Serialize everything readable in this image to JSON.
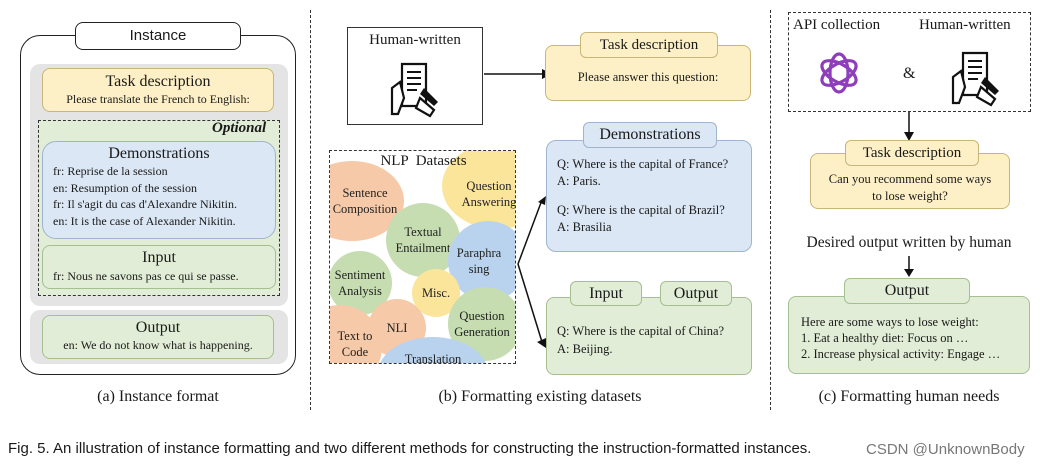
{
  "panel_a": {
    "header": "Instance",
    "task": {
      "title": "Task description",
      "text": "Please translate the French to English:"
    },
    "optional_label": "Optional",
    "demos": {
      "title": "Demonstrations",
      "lines": [
        "fr: Reprise de la session",
        "en: Resumption of the session",
        "fr: Il s'agit du cas d'Alexandre Nikitin.",
        "en: It is the case of Alexander Nikitin."
      ]
    },
    "input": {
      "title": "Input",
      "text": "fr: Nous ne savons pas ce qui se passe."
    },
    "output": {
      "title": "Output",
      "text": "en: We do not know what is happening."
    },
    "caption": "(a) Instance format"
  },
  "panel_b": {
    "human_written": "Human-written",
    "task": {
      "title": "Task description",
      "text": "Please answer this question:"
    },
    "nlp_title": "NLP  Datasets",
    "blobs": [
      "Sentence Composition",
      "Question Answering",
      "Textual Entailment",
      "Paraphra sing",
      "Sentiment Analysis",
      "Misc.",
      "NLI",
      "Question Generation",
      "Text to Code",
      "Translation"
    ],
    "demos": {
      "title": "Demonstrations",
      "lines": [
        "Q: Where is the capital of France?",
        "A: Paris.",
        "Q: Where is the capital of Brazil?",
        "A: Brasilia"
      ]
    },
    "io": {
      "input": "Input",
      "output": "Output",
      "lines": [
        "Q: Where is the capital of China?",
        "A: Beijing."
      ]
    },
    "caption": "(b) Formatting existing datasets"
  },
  "panel_c": {
    "api": "API collection",
    "human_written": "Human-written",
    "amp": "&",
    "task": {
      "title": "Task description",
      "lines": [
        "Can you recommend some ways",
        "to lose weight?"
      ]
    },
    "desired": "Desired output written by human",
    "output": {
      "title": "Output",
      "lines": [
        "Here are some ways to lose weight:",
        "1. Eat a healthy diet: Focus on …",
        "2. Increase physical activity: Engage …"
      ]
    },
    "caption": "(c) Formatting human needs"
  },
  "figure_caption": "Fig. 5. An illustration of instance formatting and two different methods for constructing the instruction-formatted instances.",
  "watermark": "CSDN @UnknownBody",
  "colors": {
    "yellow": "#fdf0c6",
    "blue": "#dbe7f5",
    "green": "#e1edd6",
    "gray": "#e4e4e4",
    "blob_orange": "#f6c9a8",
    "blob_yellow": "#fbe59a",
    "blob_green": "#c5ddb0",
    "blob_blue": "#b9d2ee"
  }
}
